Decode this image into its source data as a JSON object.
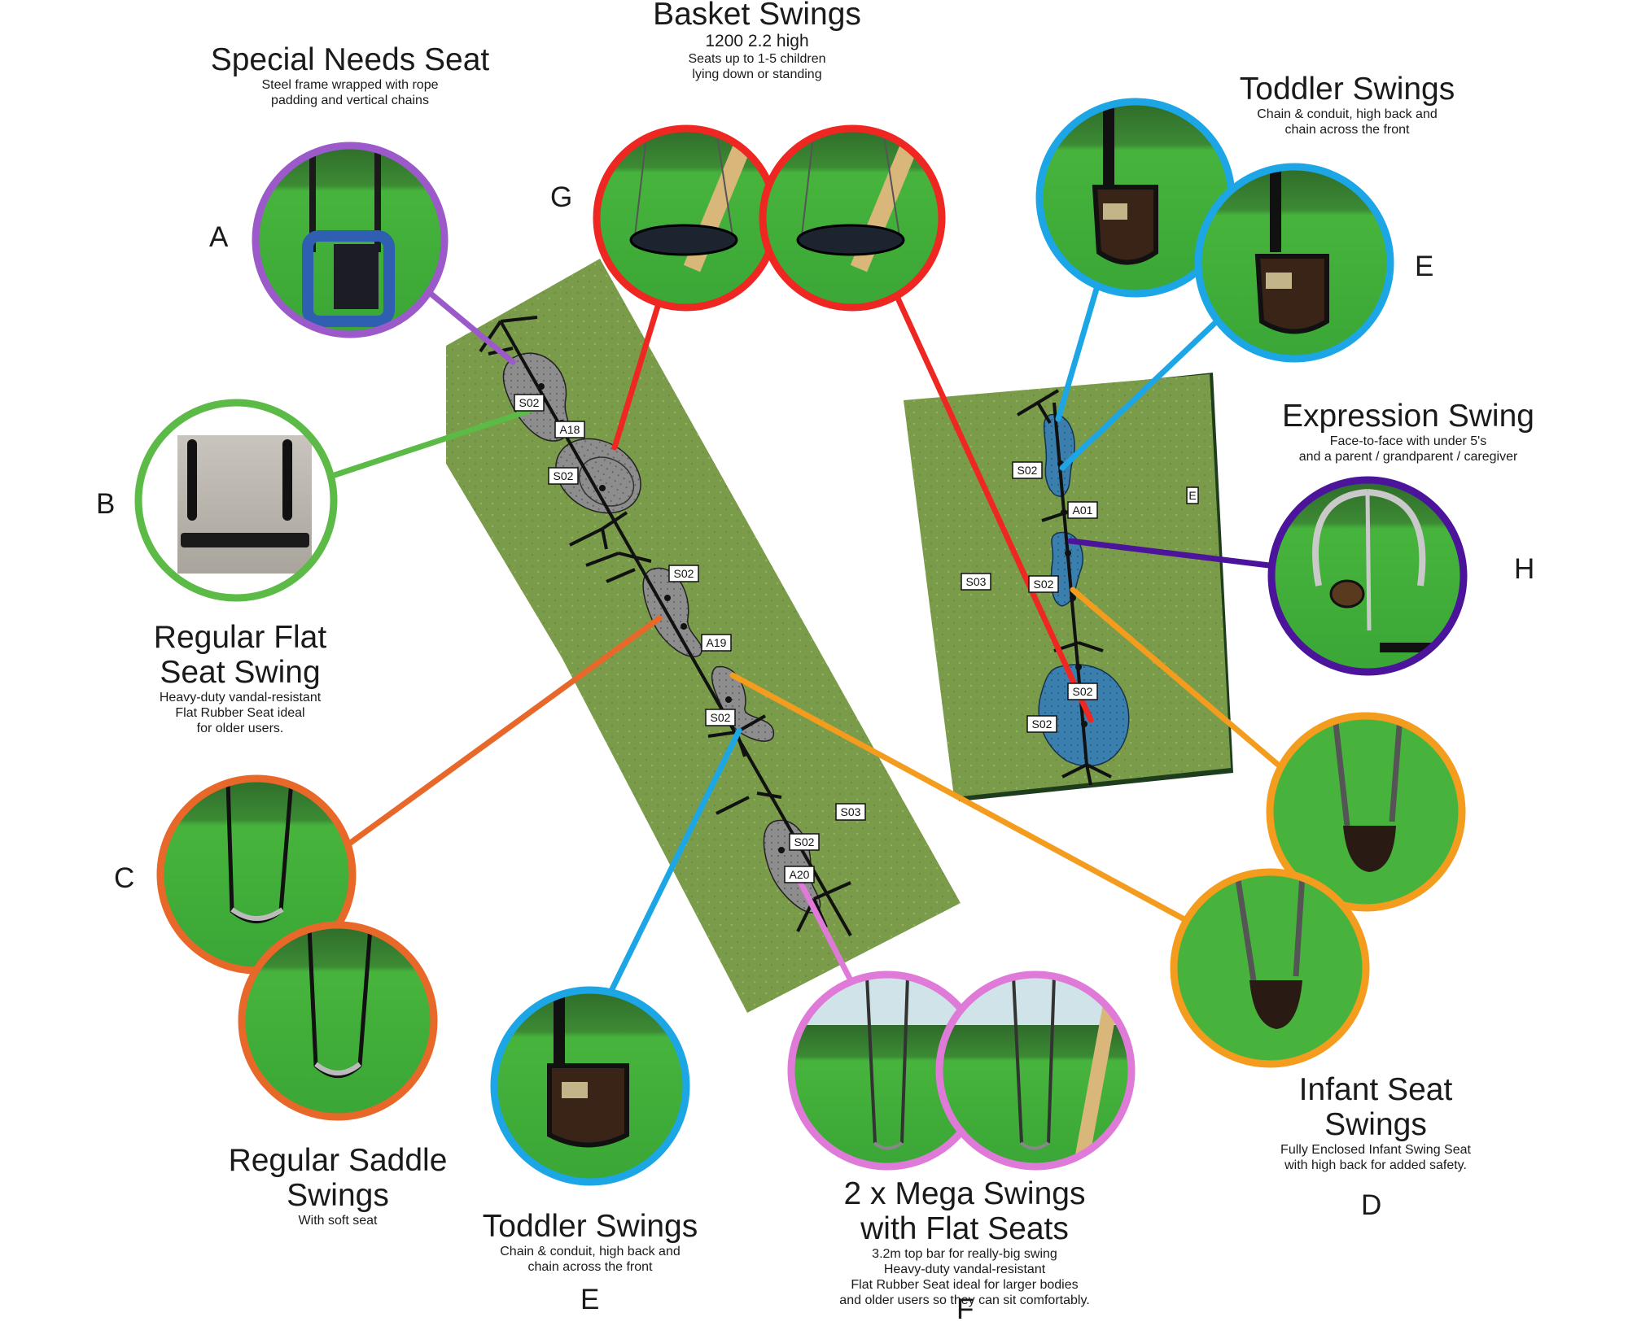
{
  "palette": {
    "purple": "#9b59c9",
    "green": "#5cba47",
    "orange_c": "#e8682a",
    "sky": "#1ca6e5",
    "red": "#ee2722",
    "pink": "#e07ad8",
    "amber": "#f39c1e",
    "violet": "#4b149b",
    "ground": "#7a9c4a",
    "lawn": "#3cae3a"
  },
  "swings": {
    "A": {
      "letter": "A",
      "title": "Special Needs Seat",
      "desc": [
        "Steel frame wrapped with rope",
        "padding and vertical chains"
      ],
      "color": "purple",
      "icon": "special-needs-seat-photo"
    },
    "B": {
      "letter": "B",
      "title": [
        "Regular Flat",
        "Seat Swing"
      ],
      "desc": [
        "Heavy-duty vandal-resistant",
        "Flat Rubber Seat ideal",
        "for older users."
      ],
      "color": "green",
      "icon": "flat-seat-photo"
    },
    "C": {
      "letter": "C",
      "title": [
        "Regular Saddle",
        "Swings"
      ],
      "desc": [
        "With soft seat"
      ],
      "color": "orange_c",
      "icon": "saddle-seat-photo"
    },
    "D": {
      "letter": "D",
      "title": [
        "Infant Seat",
        "Swings"
      ],
      "desc": [
        "Fully Enclosed Infant Swing Seat",
        "with high back for added safety."
      ],
      "color": "amber",
      "icon": "infant-seat-photo"
    },
    "E": {
      "letter": "E",
      "title": "Toddler Swings",
      "desc": [
        "Chain & conduit, high back and",
        "chain across the front"
      ],
      "color": "sky",
      "icon": "toddler-seat-photo"
    },
    "F": {
      "letter": "F",
      "title": [
        "2 x Mega Swings",
        "with Flat Seats"
      ],
      "desc": [
        "3.2m top bar for really-big swing",
        "Heavy-duty vandal-resistant",
        "Flat Rubber Seat ideal for larger bodies",
        "and older users so they can sit comfortably."
      ],
      "color": "pink",
      "icon": "mega-swing-photo"
    },
    "G": {
      "letter": "G",
      "title": "Basket Swings",
      "desc": [
        "1200 2.2 high",
        "Seats up to 1-5 children",
        "lying down or standing"
      ],
      "color": "red",
      "icon": "basket-swing-photo"
    },
    "H": {
      "letter": "H",
      "title": "Expression Swing",
      "desc": [
        "Face-to-face with under 5's",
        "and a parent / grandparent / caregiver"
      ],
      "color": "violet",
      "icon": "expression-swing-photo"
    }
  },
  "plan_tags": {
    "left": [
      "S02",
      "A18",
      "S02",
      "S02",
      "A19",
      "S02",
      "S03",
      "S02",
      "A20"
    ],
    "right": [
      "S02",
      "A01",
      "S03",
      "S02",
      "S02",
      "S02",
      "E"
    ]
  }
}
